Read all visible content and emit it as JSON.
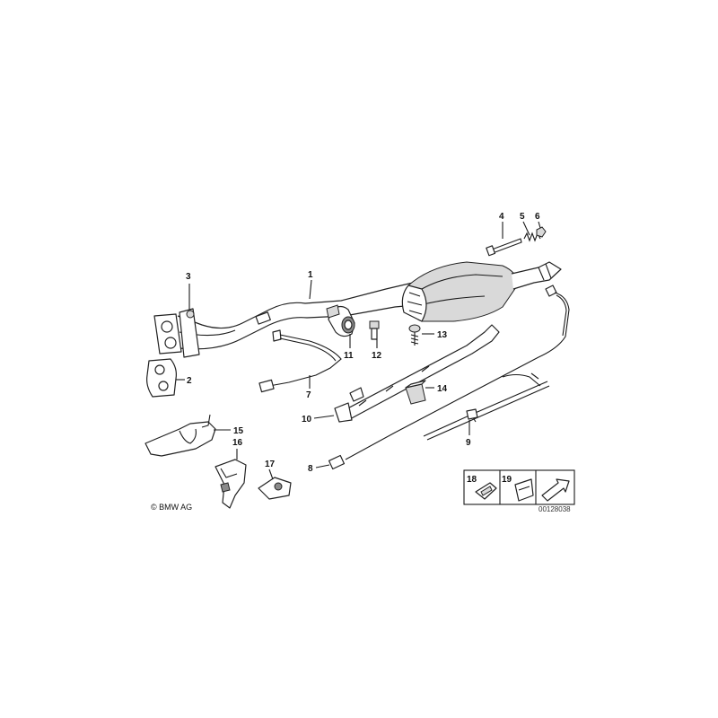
{
  "labels": {
    "p1": "1",
    "p2": "2",
    "p3": "3",
    "p4": "4",
    "p5": "5",
    "p6": "6",
    "p7": "7",
    "p8": "8",
    "p9": "9",
    "p10": "10",
    "p11": "11",
    "p12": "12",
    "p13": "13",
    "p14": "14",
    "p15": "15",
    "p16": "16",
    "p17": "17",
    "p18": "18",
    "p19": "19"
  },
  "copyright": "© BMW AG",
  "doc_number": "00128038"
}
